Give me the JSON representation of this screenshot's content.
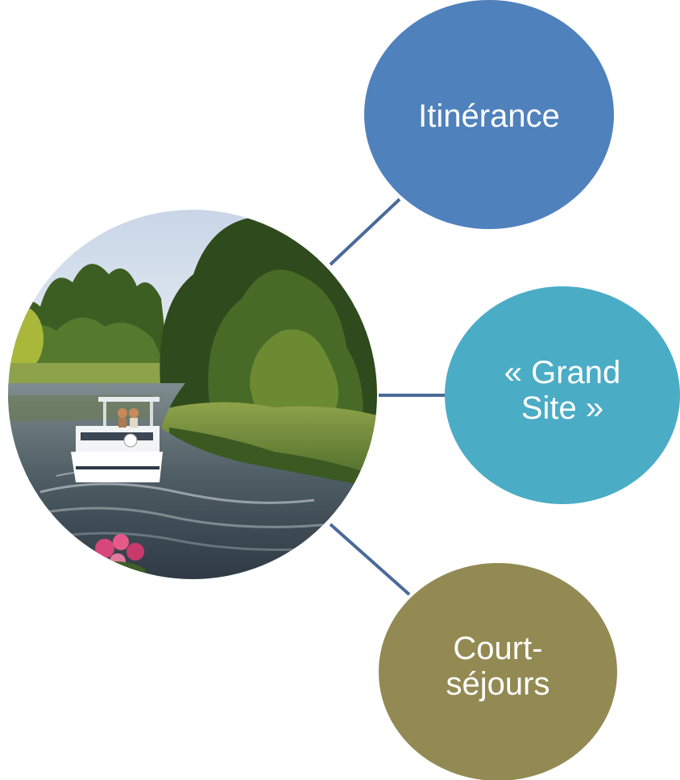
{
  "diagram": {
    "center": {
      "icon": "canal-boat-landscape-photo"
    },
    "nodes": [
      {
        "id": "itinerance",
        "label": "Itinérance",
        "color": "#4f81bd"
      },
      {
        "id": "grand-site",
        "label": "« Grand\nSite »",
        "color": "#4bacc6"
      },
      {
        "id": "court-sejours",
        "label": "Court-\nséjours",
        "color": "#938953"
      }
    ],
    "connector_color": "#4a6a9a"
  }
}
